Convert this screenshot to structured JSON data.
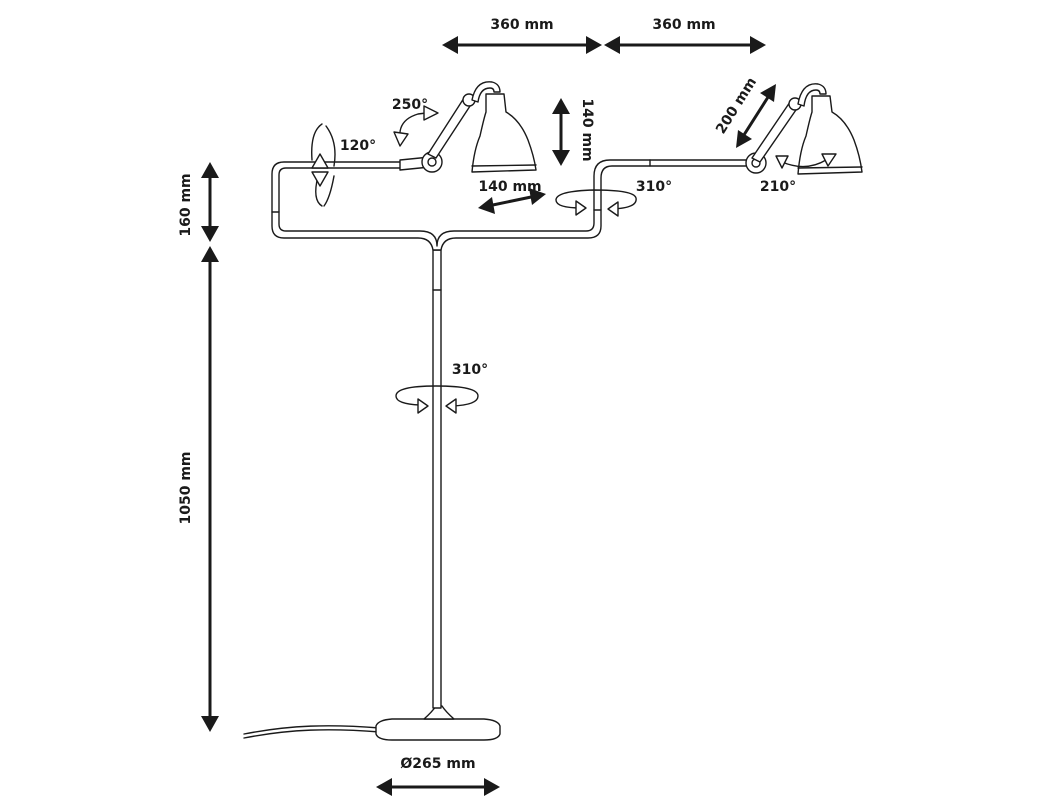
{
  "dimensions": {
    "arm_left_reach": "360 mm",
    "arm_right_reach": "360 mm",
    "left_shade_height": "140 mm",
    "left_arm_length": "140 mm",
    "right_arm_length": "200 mm",
    "top_height": "160 mm",
    "stem_height": "1050 mm",
    "base_diameter": "Ø265 mm"
  },
  "rotations": {
    "left_arm_vertical": "120°",
    "left_shade_tilt": "250°",
    "right_arm_swivel": "310°",
    "right_shade_tilt": "210°",
    "stem_swivel": "310°"
  }
}
